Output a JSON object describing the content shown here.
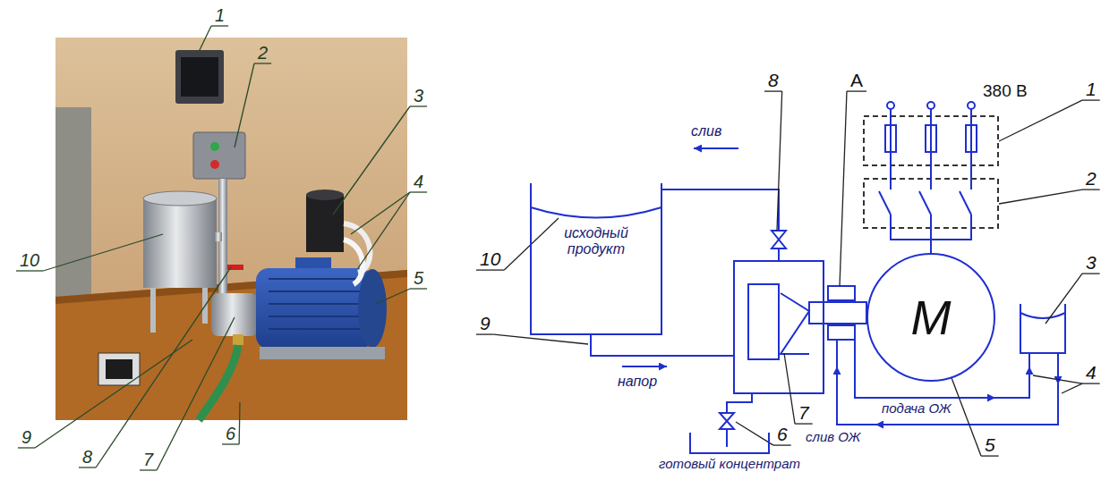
{
  "diagram": {
    "nodes": [
      {
        "text": [
          "исходный продукт"
        ]
      },
      {
        "text": [
          "M"
        ]
      },
      {
        "text": [
          "готовый концентрат"
        ]
      }
    ],
    "labels": [
      "1",
      "2",
      "3",
      "4",
      "5",
      "10",
      "9",
      "8",
      "7",
      "6",
      "8",
      "A",
      "1",
      "380 В",
      "2",
      "3",
      "слив",
      "10",
      "9",
      "напор",
      "7",
      "4",
      "подача ОЖ",
      "слив ОЖ",
      "5",
      "6"
    ]
  }
}
